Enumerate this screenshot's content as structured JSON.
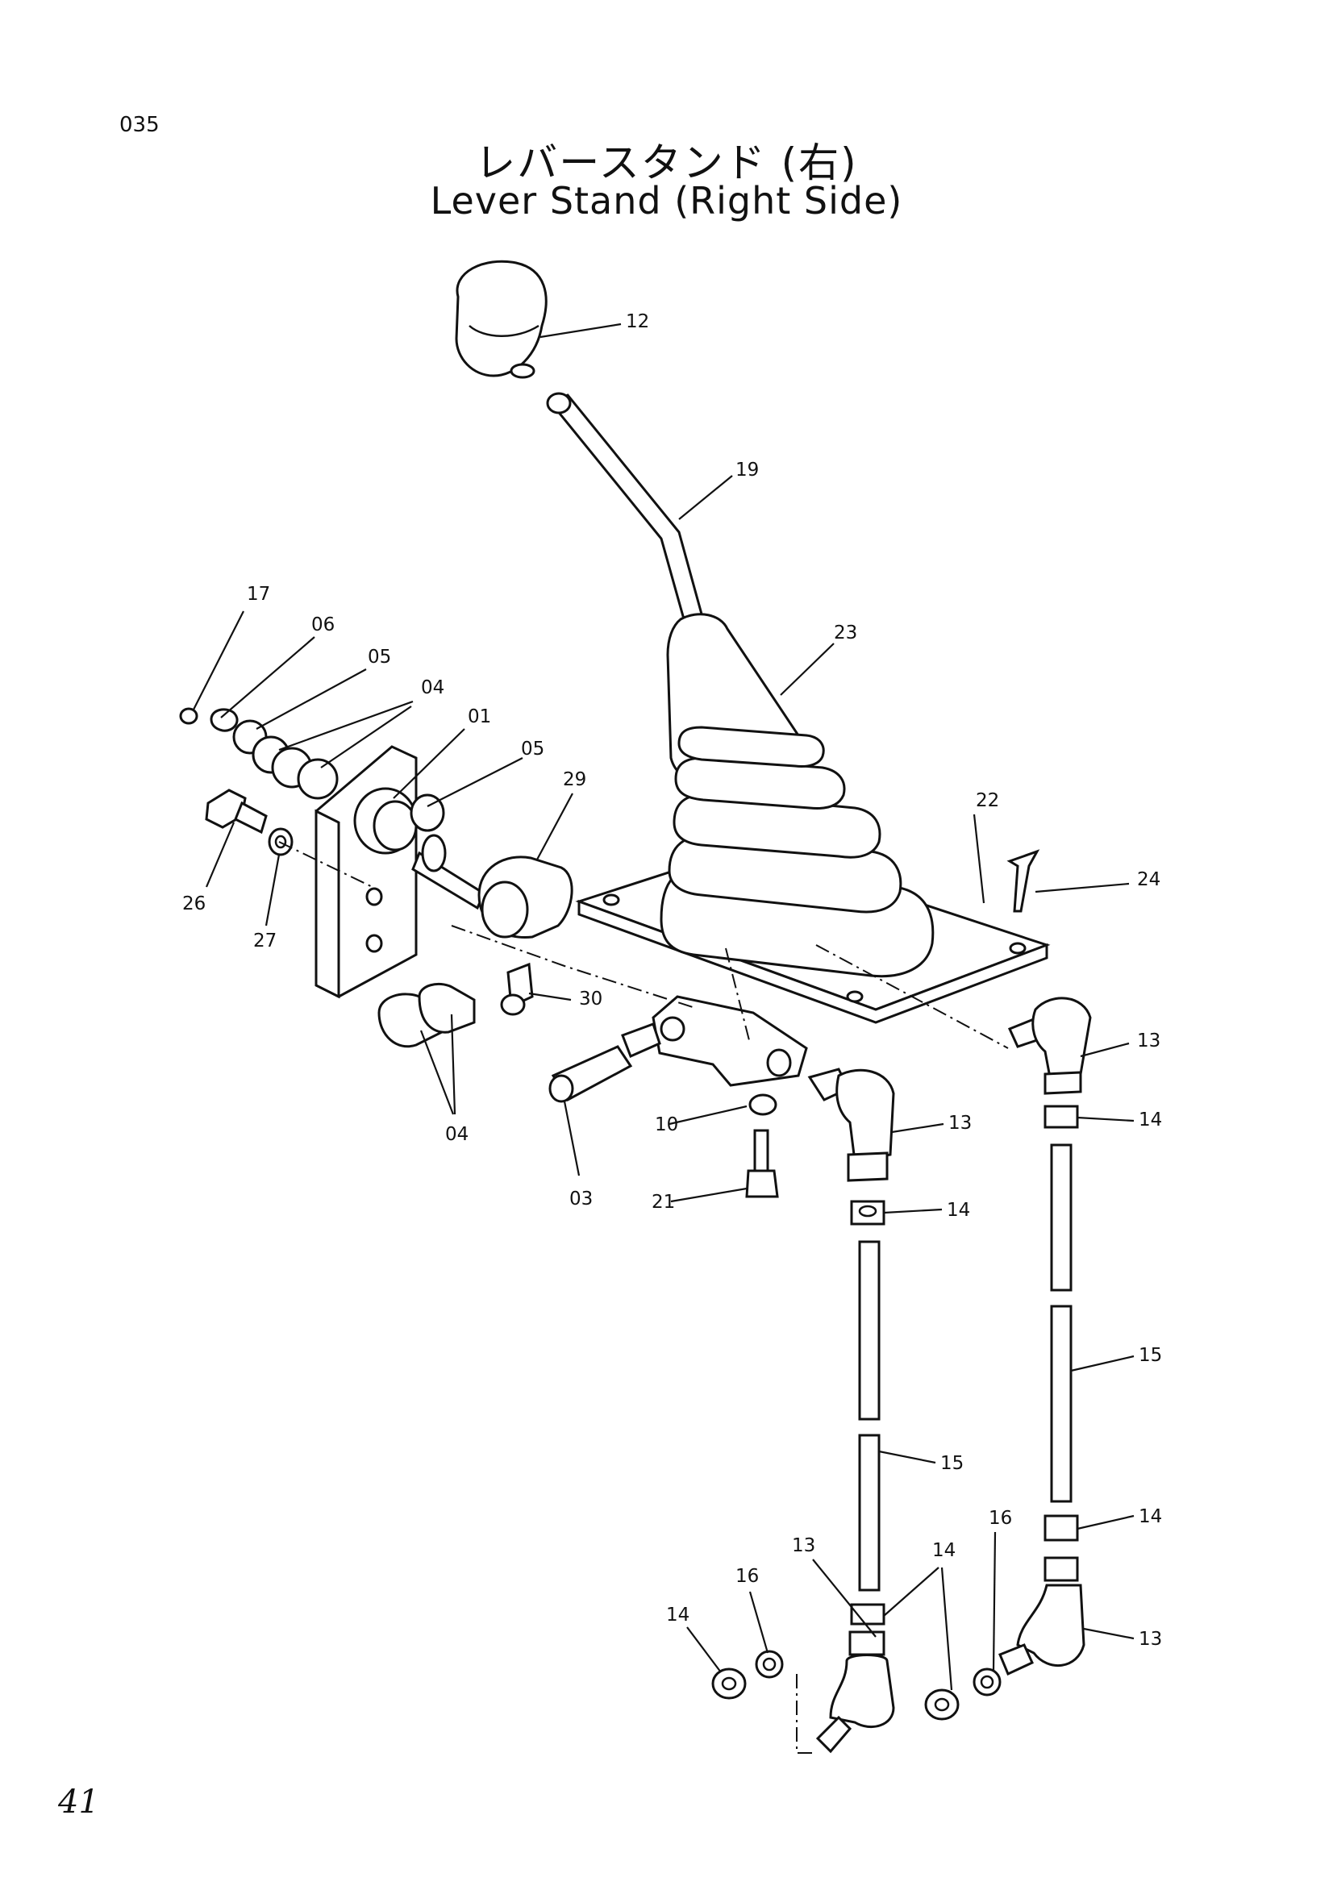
{
  "header": {
    "page_code": "035",
    "title_jp": "レバースタンド (右)",
    "title_en": "Lever Stand (Right Side)"
  },
  "footer": {
    "sheet_mark": "41"
  },
  "callouts": [
    "12",
    "19",
    "23",
    "22",
    "24",
    "17",
    "06",
    "05",
    "04",
    "01",
    "05",
    "29",
    "26",
    "27",
    "30",
    "04",
    "10",
    "03",
    "21",
    "13",
    "13",
    "14",
    "14",
    "15",
    "15",
    "14",
    "13",
    "16",
    "14",
    "16",
    "13",
    "14",
    "13"
  ]
}
